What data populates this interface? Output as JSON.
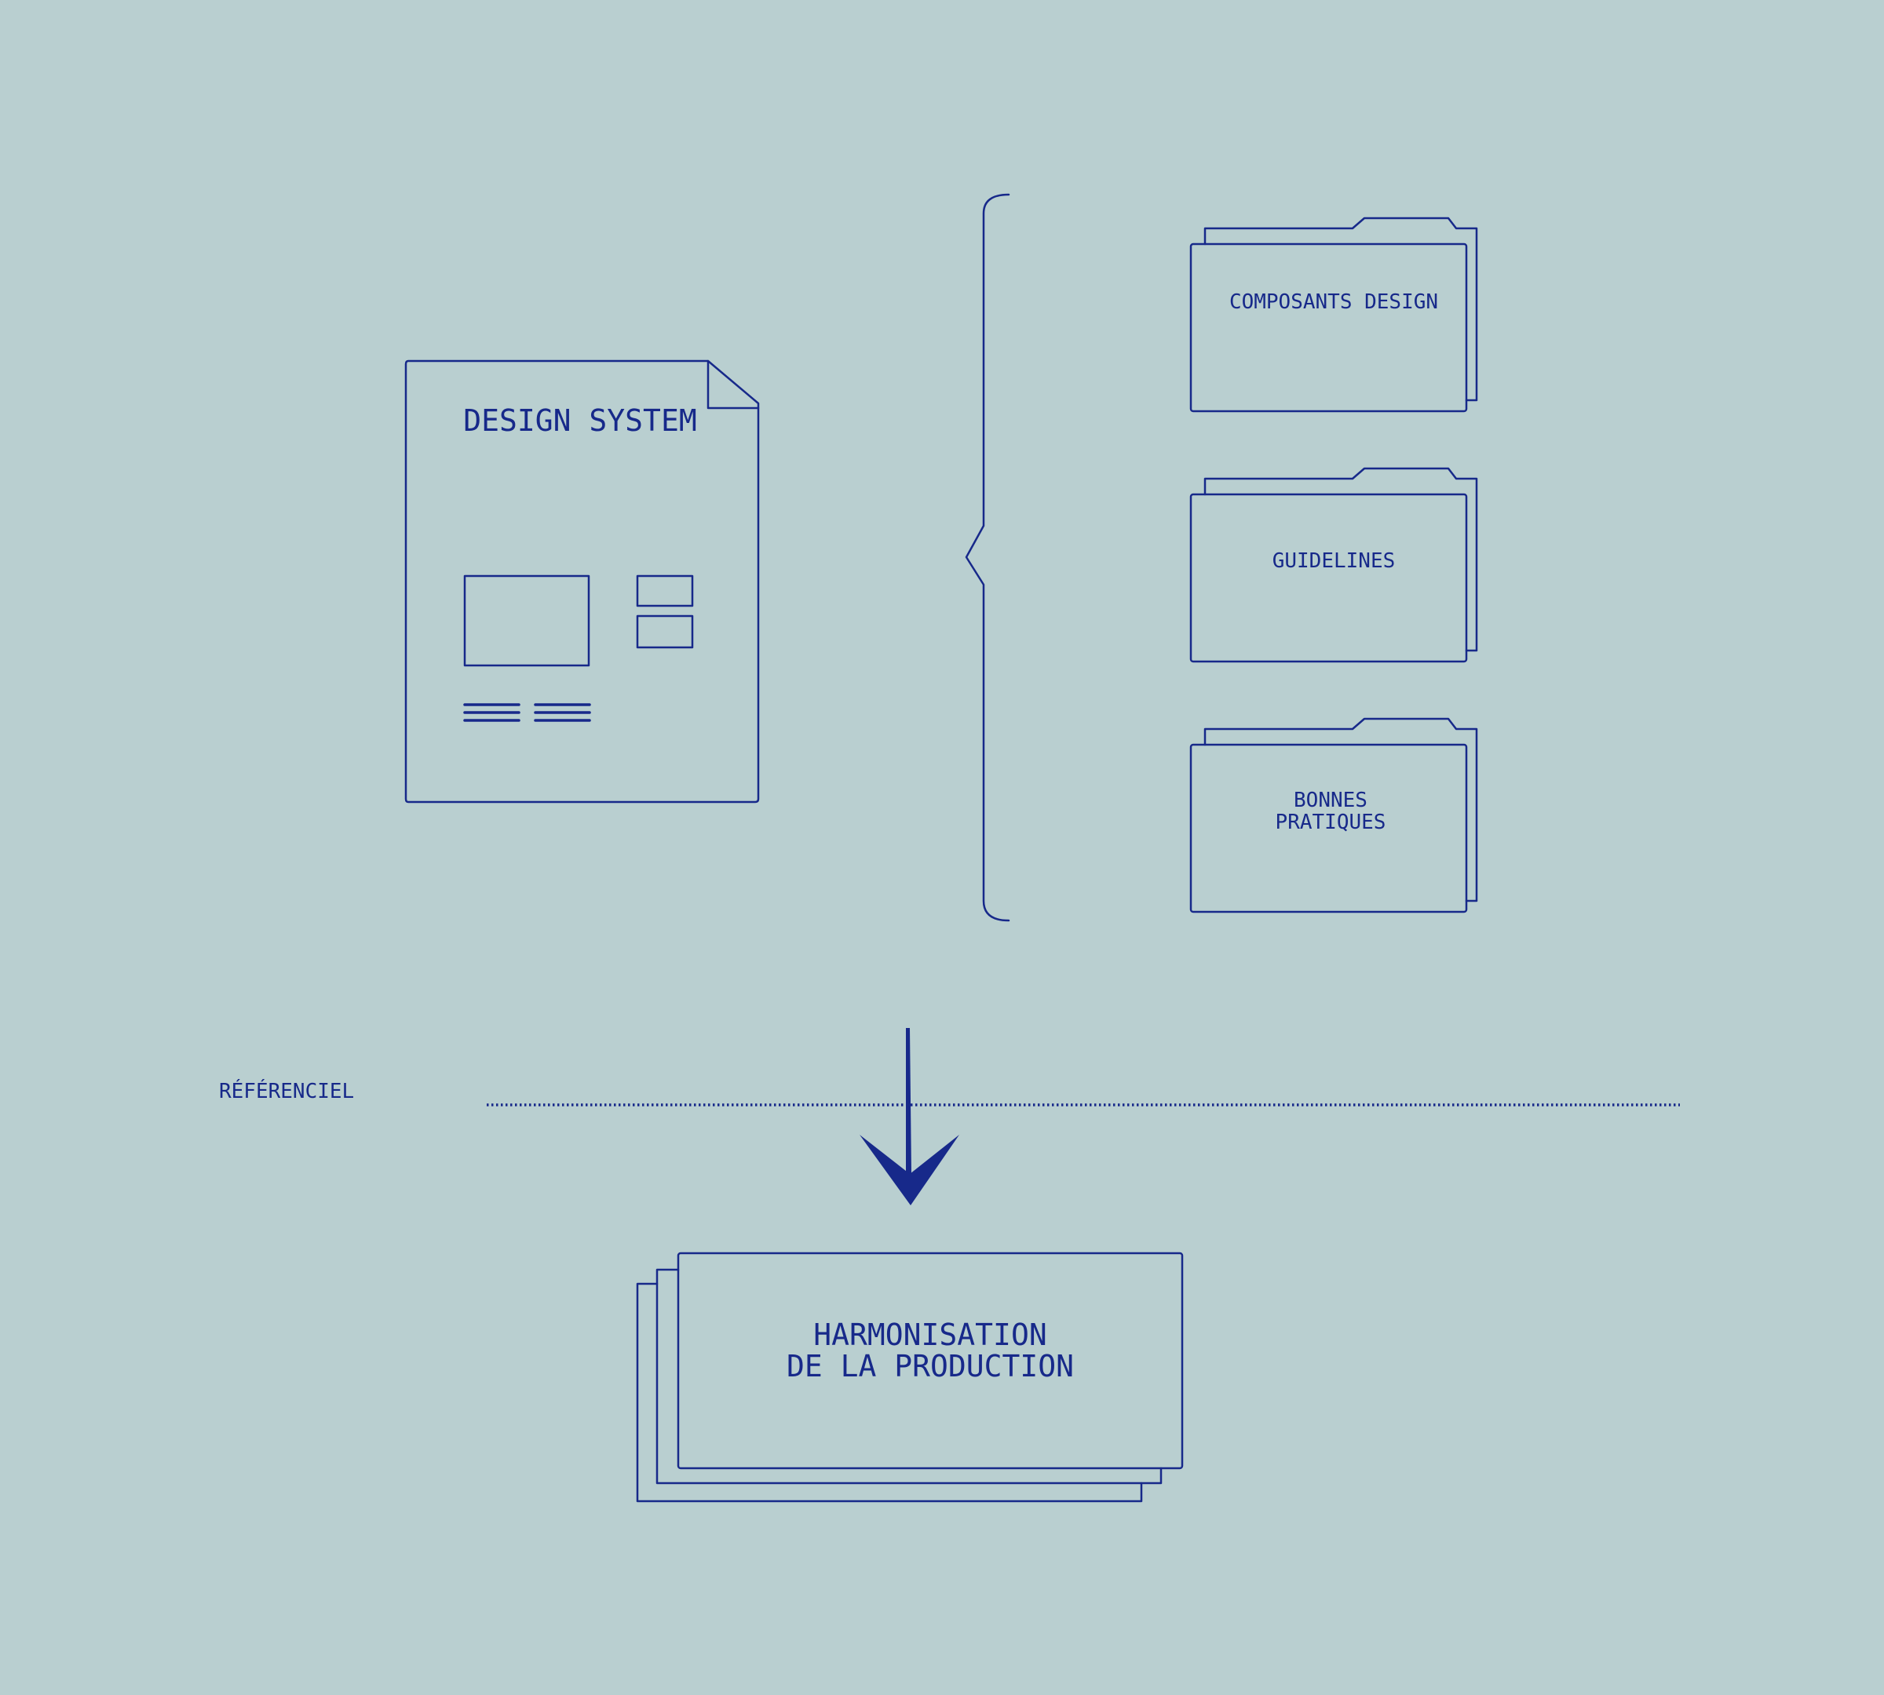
{
  "colors": {
    "background": "#b9cfd0",
    "ink": "#17298a"
  },
  "document": {
    "title": "DESIGN SYSTEM"
  },
  "folders": [
    {
      "lines": [
        "COMPOSANTS DESIGN"
      ]
    },
    {
      "lines": [
        "GUIDELINES"
      ]
    },
    {
      "lines": [
        "BONNES",
        "PRATIQUES"
      ]
    }
  ],
  "divider": {
    "label": "RÉFÉRENCIEL"
  },
  "result": {
    "line1": "HARMONISATION",
    "line2": "DE LA PRODUCTION"
  }
}
